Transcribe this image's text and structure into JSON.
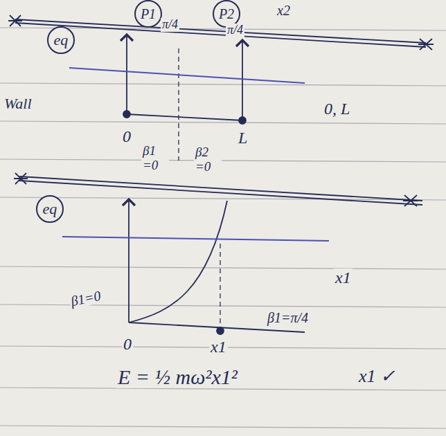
{
  "diagram": {
    "nodes": [
      {
        "text": [
          "P1"
        ]
      },
      {
        "text": [
          "P2"
        ]
      },
      {
        "text": [
          "eq"
        ]
      },
      {
        "text": [
          "eq"
        ]
      }
    ],
    "labels": [
      "π/4",
      "π/4",
      "x2",
      "Wall",
      "0",
      "L",
      "0, L",
      "β1 =0",
      "β2 =0",
      "β1=0",
      "0",
      "x1",
      "x1",
      "β1=π/4",
      "E = ½ mω²x1²",
      "x1 ✓"
    ]
  }
}
